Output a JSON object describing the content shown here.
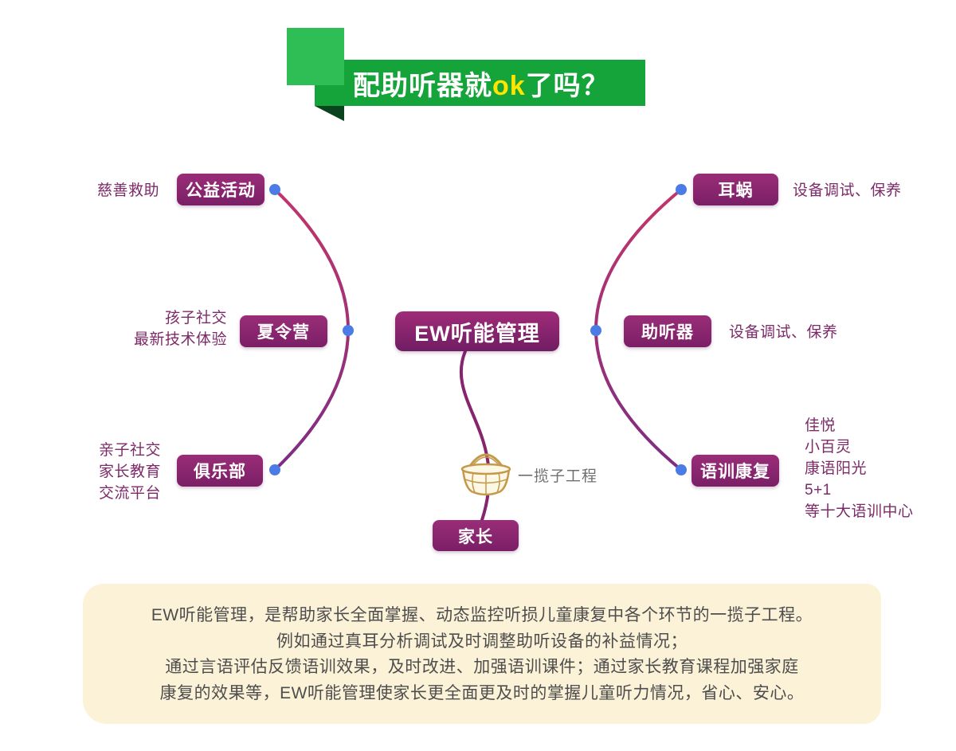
{
  "title": {
    "prefix": "配助听器就",
    "highlight": "ok",
    "suffix": "了吗？"
  },
  "center": {
    "label": "EW听能管理"
  },
  "left_nodes": [
    {
      "label": "公益活动",
      "note": "慈善救助"
    },
    {
      "label": "夏令营",
      "note": "孩子社交\n最新技术体验"
    },
    {
      "label": "俱乐部",
      "note": "亲子社交\n家长教育\n交流平台"
    }
  ],
  "right_nodes": [
    {
      "label": "耳蜗",
      "note": "设备调试、保养"
    },
    {
      "label": "助听器",
      "note": "设备调试、保养"
    },
    {
      "label": "语训康复",
      "note": "佳悦\n小百灵\n康语阳光\n5+1\n等十大语训中心"
    }
  ],
  "bottom": {
    "parent_label": "家长",
    "basket_label": "一揽子工程"
  },
  "description": {
    "lines": [
      "EW听能管理，是帮助家长全面掌握、动态监控听损儿童康复中各个环节的一揽子工程。",
      "例如通过真耳分析调试及时调整助听设备的补益情况；",
      "通过言语评估反馈语训效果，及时改进、加强语训课件；通过家长教育课程加强家庭",
      "康复的效果等，EW听能管理使家长更全面更及时的掌握儿童听力情况，省心、安心。"
    ]
  },
  "colors": {
    "banner_green": "#14a43a",
    "square_green": "#2fbe55",
    "fold_green": "#0a441f",
    "highlight_yellow": "#ffe400",
    "node_purple": "#8a2470",
    "curve_top": "#c2356a",
    "curve_bottom": "#7c2d84",
    "dot_blue": "#4b7be5",
    "note_text": "#7d2a68",
    "panel_bg": "#fcf2d8"
  }
}
